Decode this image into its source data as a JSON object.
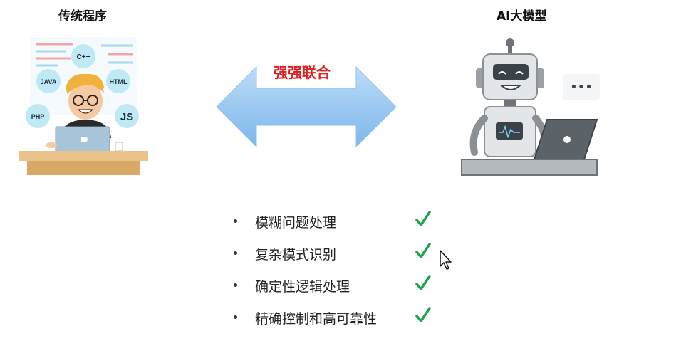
{
  "left_panel": {
    "title": "传统程序",
    "bubbles": [
      "C++",
      "JAVA",
      "HTML",
      "PHP",
      "JS"
    ]
  },
  "right_panel": {
    "title": "AI大模型",
    "thought": "•••"
  },
  "connector": {
    "label": "强强联合",
    "arrow_color": "#8ec4f2",
    "label_color": "#e02020"
  },
  "features": [
    {
      "text": "模糊问题处理",
      "checked": true
    },
    {
      "text": "复杂模式识别",
      "checked": true
    },
    {
      "text": "确定性逻辑处理",
      "checked": true
    },
    {
      "text": "精确控制和高可靠性",
      "checked": true
    }
  ],
  "colors": {
    "check": "#1fa34a",
    "bubble": "#bfeaf5"
  }
}
